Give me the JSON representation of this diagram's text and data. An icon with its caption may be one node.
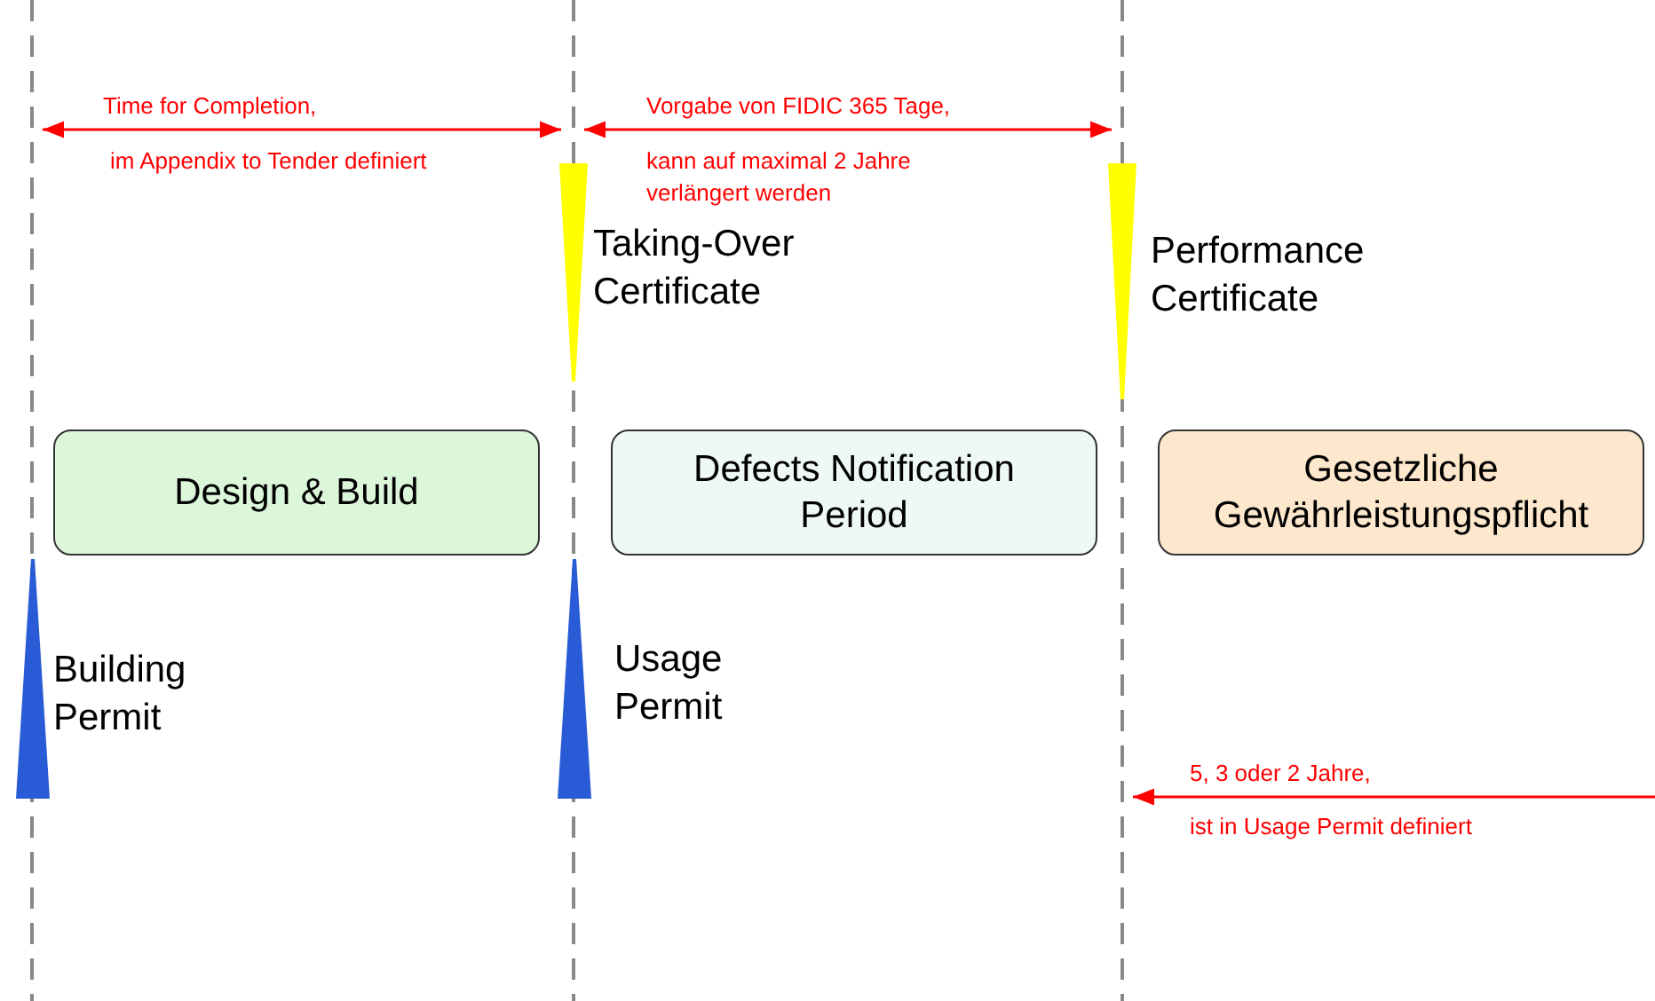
{
  "diagram": {
    "nodes": [
      {
        "text": [
          "Taking-Over Certificate"
        ]
      },
      {
        "text": [
          "Performance Certificate"
        ]
      },
      {
        "text": [
          "Design & Build"
        ]
      },
      {
        "text": [
          "Defects Notification Period"
        ]
      },
      {
        "text": [
          "Gesetzliche Gewährleistungspflicht"
        ]
      },
      {
        "text": [
          "Building Permit"
        ]
      },
      {
        "text": [
          "Usage Permit"
        ]
      }
    ],
    "edges": [
      {
        "from": 0,
        "to": 1,
        "arrow": "both"
      }
    ],
    "labels": [
      "Time for Completion,",
      "Vorgabe von FIDIC 365 Tage,",
      "im Appendix to Tender definiert",
      "kann auf maximal 2 Jahre verlängert werden",
      "5, 3 oder 2 Jahre,",
      "ist in Usage Permit definiert"
    ]
  }
}
